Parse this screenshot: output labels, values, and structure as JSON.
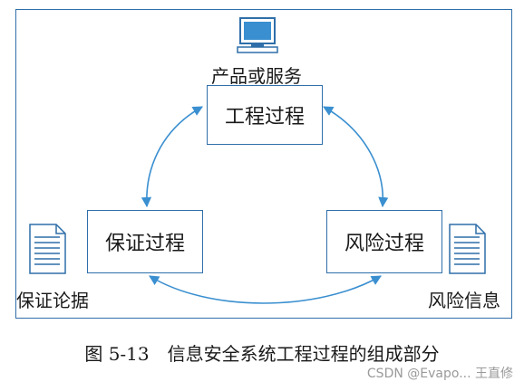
{
  "nodes": {
    "engineering": "工程过程",
    "assurance": "保证过程",
    "risk": "风险过程"
  },
  "artifacts": {
    "product": "产品或服务",
    "assurance_evidence": "保证论据",
    "risk_info": "风险信息"
  },
  "caption": "图 5-13　信息安全系统工程过程的组成部分",
  "watermark": "CSDN @Evapo... 王直修",
  "colors": {
    "line": "#2f6fa9",
    "arrow": "#3a8fd0"
  },
  "icons": [
    "computer-icon",
    "document-icon"
  ]
}
